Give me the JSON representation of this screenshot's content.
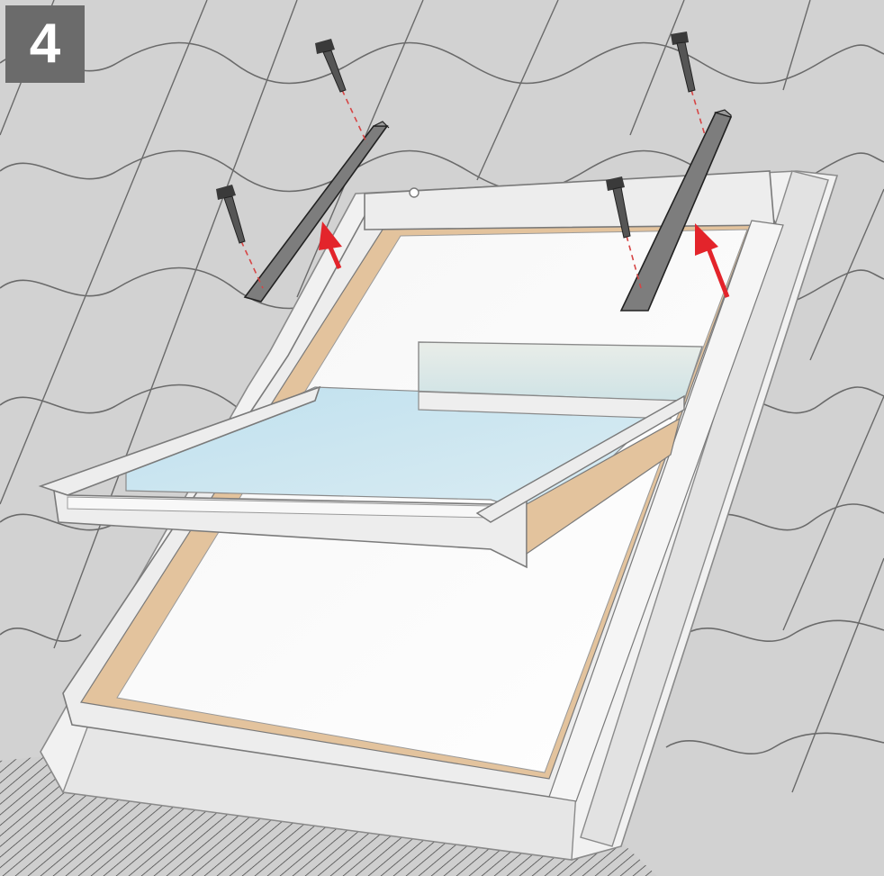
{
  "step": {
    "number": "4"
  },
  "components": {
    "tiled_roof": "roof",
    "roof_window_frame": "frame",
    "sash": "sash",
    "glazing": "glass",
    "flashing_brackets": 2,
    "screws": 4,
    "motion_arrows": 2
  },
  "colors": {
    "badge_background": "#6b6b6b",
    "badge_text": "#ffffff",
    "roof": "#d2d2d2",
    "roof_lines": "#6a6a6a",
    "bracket": "#7d7d7d",
    "wood": "#e3c39d",
    "glass": "#cde6f0",
    "frame_light": "#ececec",
    "arrow": "#e3242b",
    "screw_dash": "#d64545"
  }
}
